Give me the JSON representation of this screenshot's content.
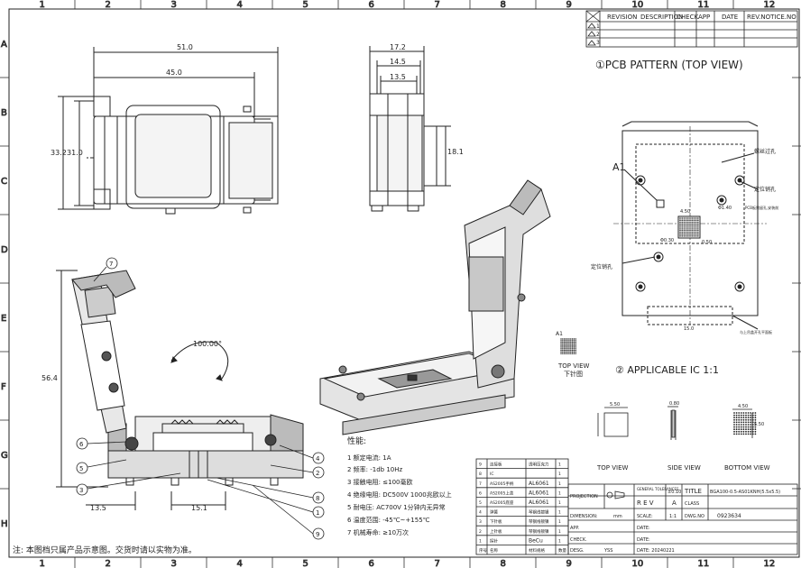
{
  "border": {
    "cols": [
      "1",
      "2",
      "3",
      "4",
      "5",
      "6",
      "7",
      "8",
      "9",
      "10",
      "11",
      "12"
    ],
    "rows": [
      "A",
      "B",
      "C",
      "D",
      "E",
      "F",
      "G",
      "H"
    ]
  },
  "revision_table": {
    "headers": [
      "REVISION",
      "DESCRIPTION",
      "CHECK",
      "APP",
      "DATE",
      "REV.NOTICE.NO"
    ],
    "rows": [
      "1",
      "2",
      "3"
    ]
  },
  "pcb_title": "①PCB PATTERN (TOP VIEW)",
  "applicable_title": "② APPLICABLE IC 1:1",
  "dims": {
    "w51": "51.0",
    "w45": "45.0",
    "h332": "33.2",
    "h310": "31.0",
    "w172": "17.2",
    "w145": "14.5",
    "w135": "13.5",
    "h181": "18.1",
    "h564": "56.4",
    "b135": "13.5",
    "b151": "15.1",
    "angle": "100.00°"
  },
  "pcb": {
    "a1": "A1",
    "hole1": "螺丝过孔",
    "hole2": "定位销孔",
    "note": "PCB板需留孔,安装前",
    "hole3": "定位销孔",
    "bottom": "与上吊盖开孔平面板",
    "small": [
      "4.50",
      "0.50",
      "Φ0.30",
      "Φ1.40",
      "15.0"
    ]
  },
  "ic_small": {
    "a1": "A1",
    "label1": "TOP VIEW",
    "label2": "下针图"
  },
  "ic_views": {
    "top": "TOP VIEW",
    "side": "SIDE VIEW",
    "bottom": "BOTTOM VIEW",
    "d1": "5.50",
    "d2": "0.80",
    "d3": "4.50",
    "d4": "5.50"
  },
  "performance": {
    "title": "性能:",
    "items": [
      "1  额定电流: 1A",
      "2  频率:    -1db  10Hz",
      "3  接触电阻: ≤100毫欧",
      "4  绝缘电阻: DC500V 1000兆欧以上",
      "5  耐电压:   AC700V 1分钟内无异常",
      "6  温度范围: -45℃~+155℃",
      "7  机械寿命: ≥10万次"
    ]
  },
  "bom": [
    {
      "no": "9",
      "name": "连接板",
      "mat": "透明压克力",
      "q": "1"
    },
    {
      "no": "8",
      "name": "IC",
      "mat": "",
      "q": "1"
    },
    {
      "no": "7",
      "name": "AS2005手柄",
      "mat": "AL6061",
      "q": "1"
    },
    {
      "no": "6",
      "name": "AS2005上盖",
      "mat": "AL6061",
      "q": "1"
    },
    {
      "no": "5",
      "name": "AS2005底座",
      "mat": "AL6061",
      "q": "1"
    },
    {
      "no": "4",
      "name": "弹簧",
      "mat": "琴钢线镀镍",
      "q": "1"
    },
    {
      "no": "3",
      "name": "下针板",
      "mat": "琴钢线镀镍",
      "q": "1"
    },
    {
      "no": "2",
      "name": "上针板",
      "mat": "琴钢线镀镍",
      "q": "1"
    },
    {
      "no": "1",
      "name": "探针",
      "mat": "BeCu",
      "q": "1"
    }
  ],
  "bom_footer": {
    "no": "序号",
    "name": "名称",
    "mat": "材料规格",
    "q": "数量"
  },
  "title_block": {
    "projection": "PROJECTION",
    "general": "GENERAL TOLERANCES",
    "tol": "±0.10",
    "title_lbl": "TITLE",
    "title_val": "BGA100-0.5-AS01KNH(5.5x5.5)",
    "rev_lbl": "R E V",
    "rev_val": "A",
    "class_lbl": "CLASS",
    "dimension": "DIMENSION:",
    "unit": "mm",
    "scale_lbl": "SCALE:",
    "scale_val": "1:1",
    "dwg_lbl": "DWG.NO",
    "dwg_val": "0923634",
    "app": "APP.",
    "date1": "DATE:",
    "check": "CHECK.",
    "date2": "DATE:",
    "desg": "DESG.",
    "desg_val": "YSS",
    "date3": "DATE: 20240221"
  },
  "note": "注: 本图档只属产品示意图。交货时请以实物为准。",
  "callouts": [
    "7",
    "6",
    "5",
    "3",
    "4",
    "2",
    "8",
    "1",
    "9"
  ]
}
